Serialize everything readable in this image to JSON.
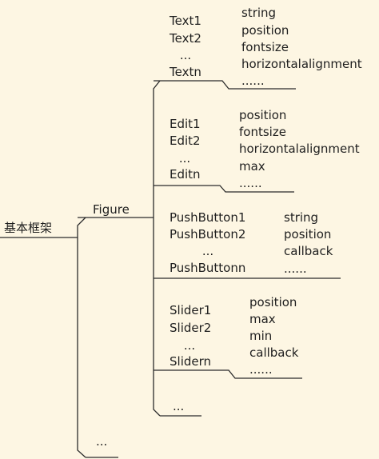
{
  "root": {
    "label": "基本框架"
  },
  "figure": {
    "label": "Figure"
  },
  "root_more": "...",
  "groups": [
    {
      "items": [
        "Text1",
        "Text2",
        "...",
        "Textn"
      ],
      "properties": [
        "string",
        "position",
        "fontsize",
        "horizontalalignment",
        "......"
      ]
    },
    {
      "items": [
        "Edit1",
        "Edit2",
        "...",
        "Editn"
      ],
      "properties": [
        "position",
        "fontsize",
        "horizontalalignment",
        "max",
        "......"
      ]
    },
    {
      "items": [
        "PushButton1",
        "PushButton2",
        "...",
        "PushButtonn"
      ],
      "properties": [
        "string",
        "position",
        "callback",
        "......"
      ]
    },
    {
      "items": [
        "Slider1",
        "Slider2",
        "...",
        "Slidern"
      ],
      "properties": [
        "position",
        "max",
        "min",
        "callback",
        "......"
      ]
    }
  ],
  "figure_more": "..."
}
